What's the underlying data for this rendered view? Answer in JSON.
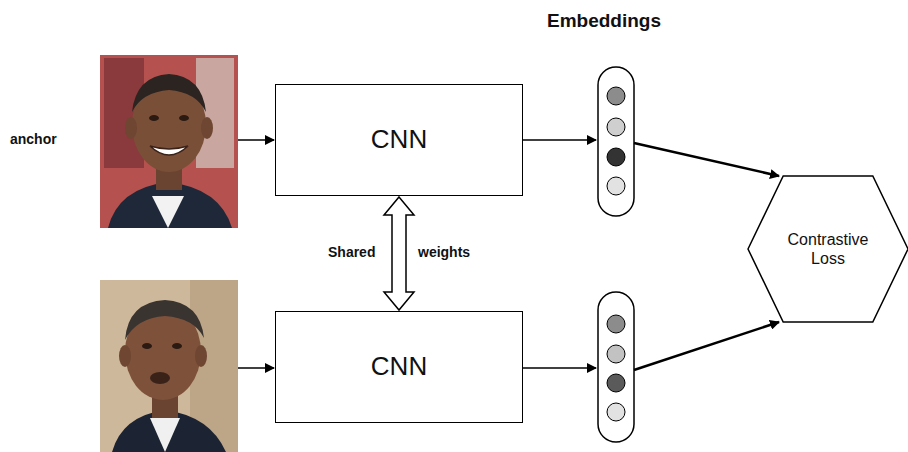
{
  "diagram": {
    "nodes": [
      {
        "text": [
          "CNN"
        ]
      },
      {
        "text": [
          "CNN"
        ]
      },
      {
        "text": [
          "Contrastive Loss"
        ]
      }
    ],
    "edges": [
      {
        "from": 0,
        "to": 1,
        "arrow": "both"
      }
    ],
    "labels": [
      "Embeddings",
      "anchor",
      "Shared",
      "weights"
    ]
  }
}
